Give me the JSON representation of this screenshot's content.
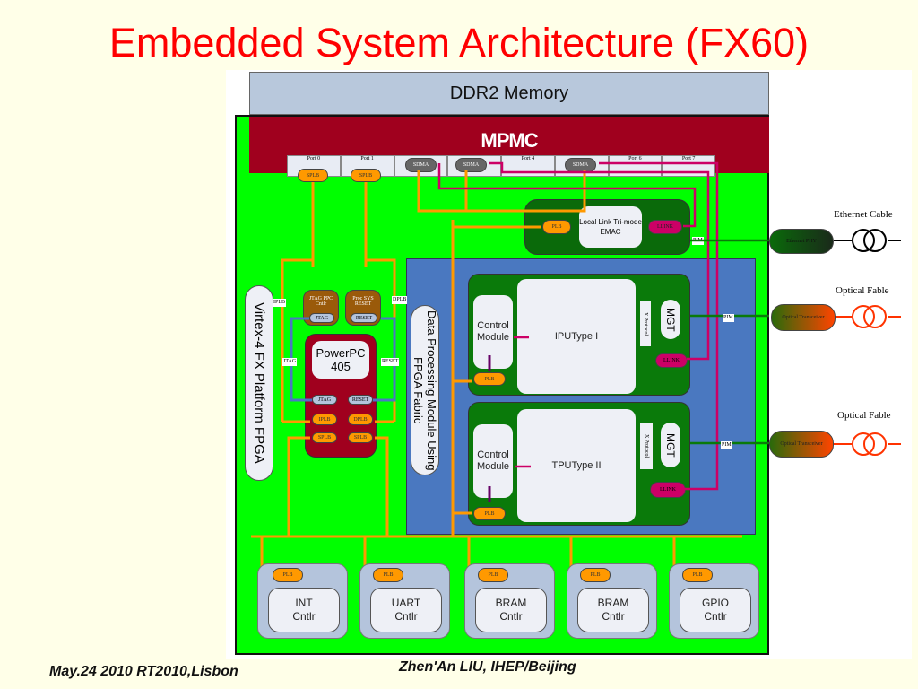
{
  "title": "Embedded System Architecture (FX60)",
  "ddr2": "DDR2 Memory",
  "mpmc": {
    "label": "MPMC",
    "ports": [
      "Port 0",
      "Port 1",
      "",
      "",
      "Port 4",
      "",
      "Port 6",
      "Port 7"
    ],
    "splb": "SPLB",
    "sdma": "SDMA"
  },
  "emac": {
    "plb": "PLB",
    "label": "Local Link Tri-mode EMAC",
    "llink": "LLINK",
    "pim": "PIM"
  },
  "fpga_label": "Virtex-4 FX Platform FPGA",
  "processor": {
    "jtag_ctrl": "JTAG PPC Cntlr",
    "jtag": "JTAG",
    "reset_block": "Proc SYS RESET",
    "reset": "RESET",
    "name": "PowerPC 405",
    "iplb": "IPLB",
    "dplb": "DPLB",
    "splb": "SPLB",
    "left_label": "IPLB",
    "right_label": "DPLB",
    "jtag_label": "JTAG",
    "reset_label": "RESET"
  },
  "dpm_label": "Data Processing Module Using FPGA Fabric",
  "modules": [
    {
      "control": "Control Module",
      "name": "IPU",
      "type": "Type I",
      "xprotocol": "X Protocol",
      "mgt": "MGT",
      "llink": "LLINK",
      "plb": "PLB",
      "pim": "PIM"
    },
    {
      "control": "Control Module",
      "name": "TPU",
      "type": "Type II",
      "xprotocol": "X Protocol",
      "mgt": "MGT",
      "llink": "LLINK",
      "plb": "PLB",
      "pim": "PIM"
    }
  ],
  "peripherals": [
    {
      "plb": "PLB",
      "name": "INT",
      "sub": "Cntlr"
    },
    {
      "plb": "PLB",
      "name": "UART",
      "sub": "Cntlr"
    },
    {
      "plb": "PLB",
      "name": "BRAM",
      "sub": "Cntlr"
    },
    {
      "plb": "PLB",
      "name": "BRAM",
      "sub": "Cntlr"
    },
    {
      "plb": "PLB",
      "name": "GPIO",
      "sub": "Cntlr"
    }
  ],
  "external": [
    {
      "label": "Ethernet Cable",
      "device": "Ethernet PHY",
      "color": "#000000"
    },
    {
      "label": "Optical Fable",
      "device": "Optical Transceiver",
      "color": "#ff3300"
    },
    {
      "label": "Optical Fable",
      "device": "Optical Transceiver",
      "color": "#ff3300"
    }
  ],
  "footer": {
    "left": "May.24 2010 RT2010,Lisbon",
    "center": "Zhen'An LIU, IHEP/Beijing"
  },
  "colors": {
    "title": "#ff0000",
    "fpga": "#00ff00",
    "mpmc": "#a0001e",
    "dpm": "#4a78c0",
    "module": "#0a7a0a",
    "plb": "#ff9900",
    "llink": "#cc0066"
  }
}
